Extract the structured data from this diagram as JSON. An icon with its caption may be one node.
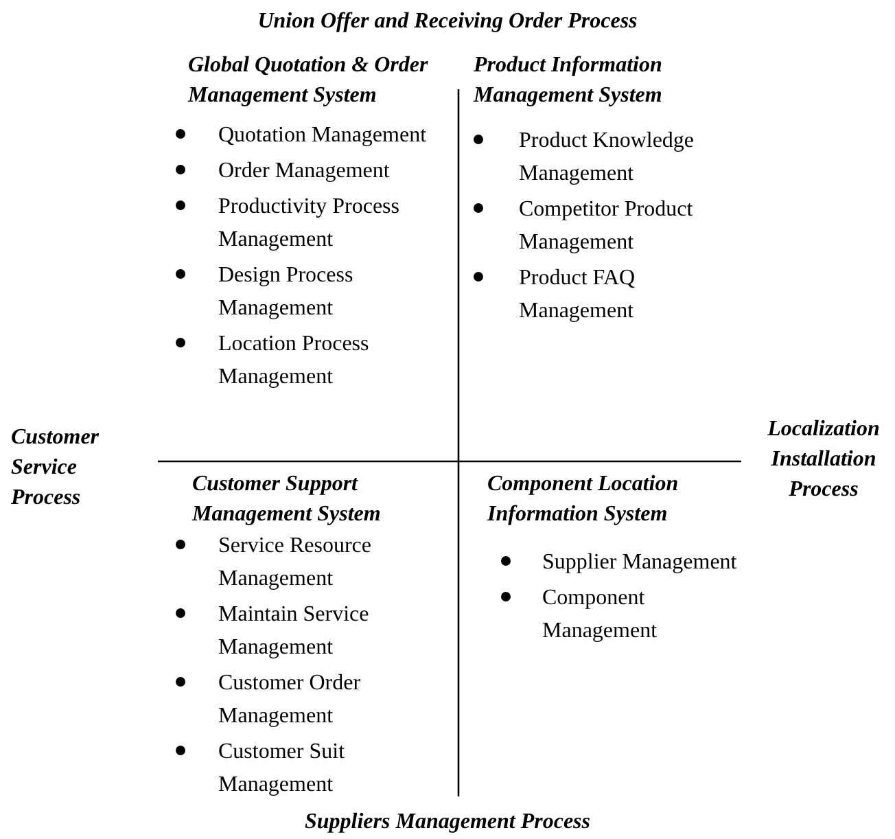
{
  "diagram": {
    "nodes": [
      {
        "text": [
          "Global Quotation & Order Management System",
          "Quotation Management",
          "Order Management",
          "Productivity Process Management",
          "Design Process Management",
          "Location Process Management"
        ]
      },
      {
        "text": [
          "Product Information Management System",
          "Product Knowledge Management",
          "Competitor Product Management",
          "Product FAQ Management"
        ]
      },
      {
        "text": [
          "Customer Support Management System",
          "Service Resource Management",
          "Maintain Service Management",
          "Customer Order Management",
          "Customer Suit Management"
        ]
      },
      {
        "text": [
          "Component Location Information System",
          "Supplier Management",
          "Component Management"
        ]
      }
    ],
    "labels": [
      "Union Offer and Receiving Order Process",
      "Customer Service Process",
      "Localization Installation Process",
      "Suppliers Management Process"
    ]
  }
}
